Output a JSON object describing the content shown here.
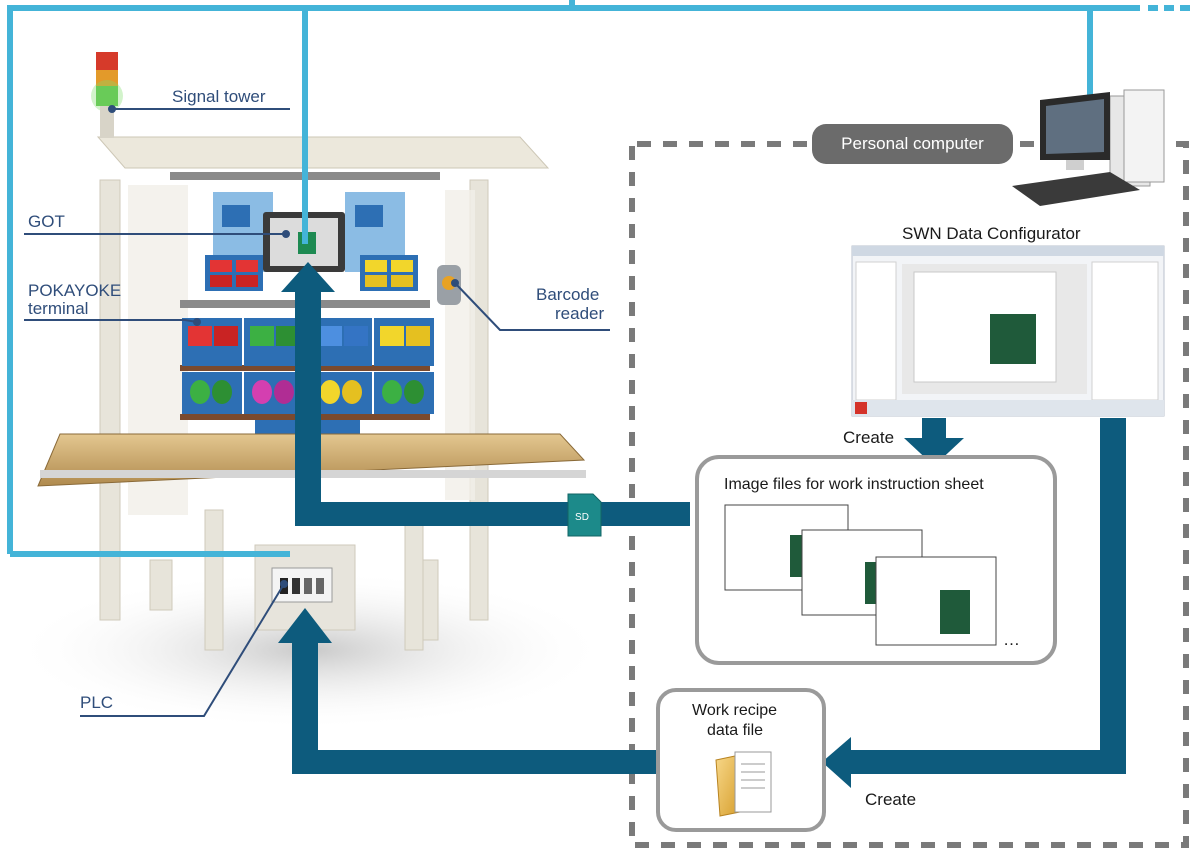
{
  "labels": {
    "signal_tower": "Signal tower",
    "got": "GOT",
    "pokayoke_line1": "POKAYOKE",
    "pokayoke_line2": "terminal",
    "barcode_line1": "Barcode",
    "barcode_line2": "reader",
    "plc": "PLC",
    "personal_computer": "Personal computer",
    "swn": "SWN Data Configurator",
    "create_top": "Create",
    "image_files": "Image files for work instruction sheet",
    "ellipsis": "…",
    "sd": "SD",
    "recipe_line1": "Work recipe",
    "recipe_line2": "data file",
    "create_bottom": "Create"
  },
  "colors": {
    "network_line": "#44b4d8",
    "flow_arrow": "#0d5b7d",
    "label_text": "#2f4d7a",
    "leader_line": "#2f4d7a",
    "dashed_border": "#7a7a7a",
    "pill_bg": "#6b6b6b"
  },
  "icons": {
    "pc": "desktop-computer-icon",
    "recipe": "folder-document-icon",
    "sd": "sd-card-icon"
  }
}
